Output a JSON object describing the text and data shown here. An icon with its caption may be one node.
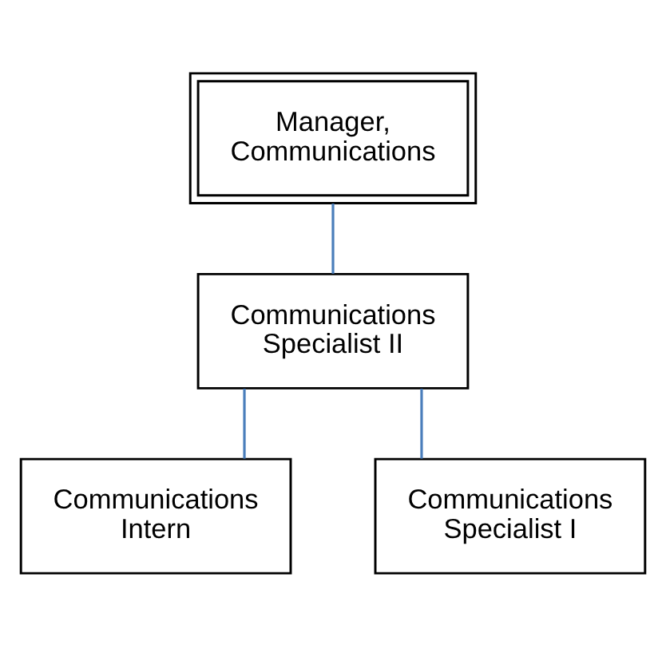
{
  "diagram": {
    "nodes": [
      {
        "text": [
          "Manager, Communications"
        ]
      },
      {
        "text": [
          "Communications Specialist II"
        ]
      },
      {
        "text": [
          "Communications Intern"
        ]
      },
      {
        "text": [
          "Communications Specialist I"
        ]
      }
    ],
    "edges": [
      {
        "from": 0,
        "to": 1,
        "arrow": "none"
      },
      {
        "from": 1,
        "to": 2,
        "arrow": "none"
      },
      {
        "from": 1,
        "to": 3,
        "arrow": "none"
      }
    ]
  }
}
